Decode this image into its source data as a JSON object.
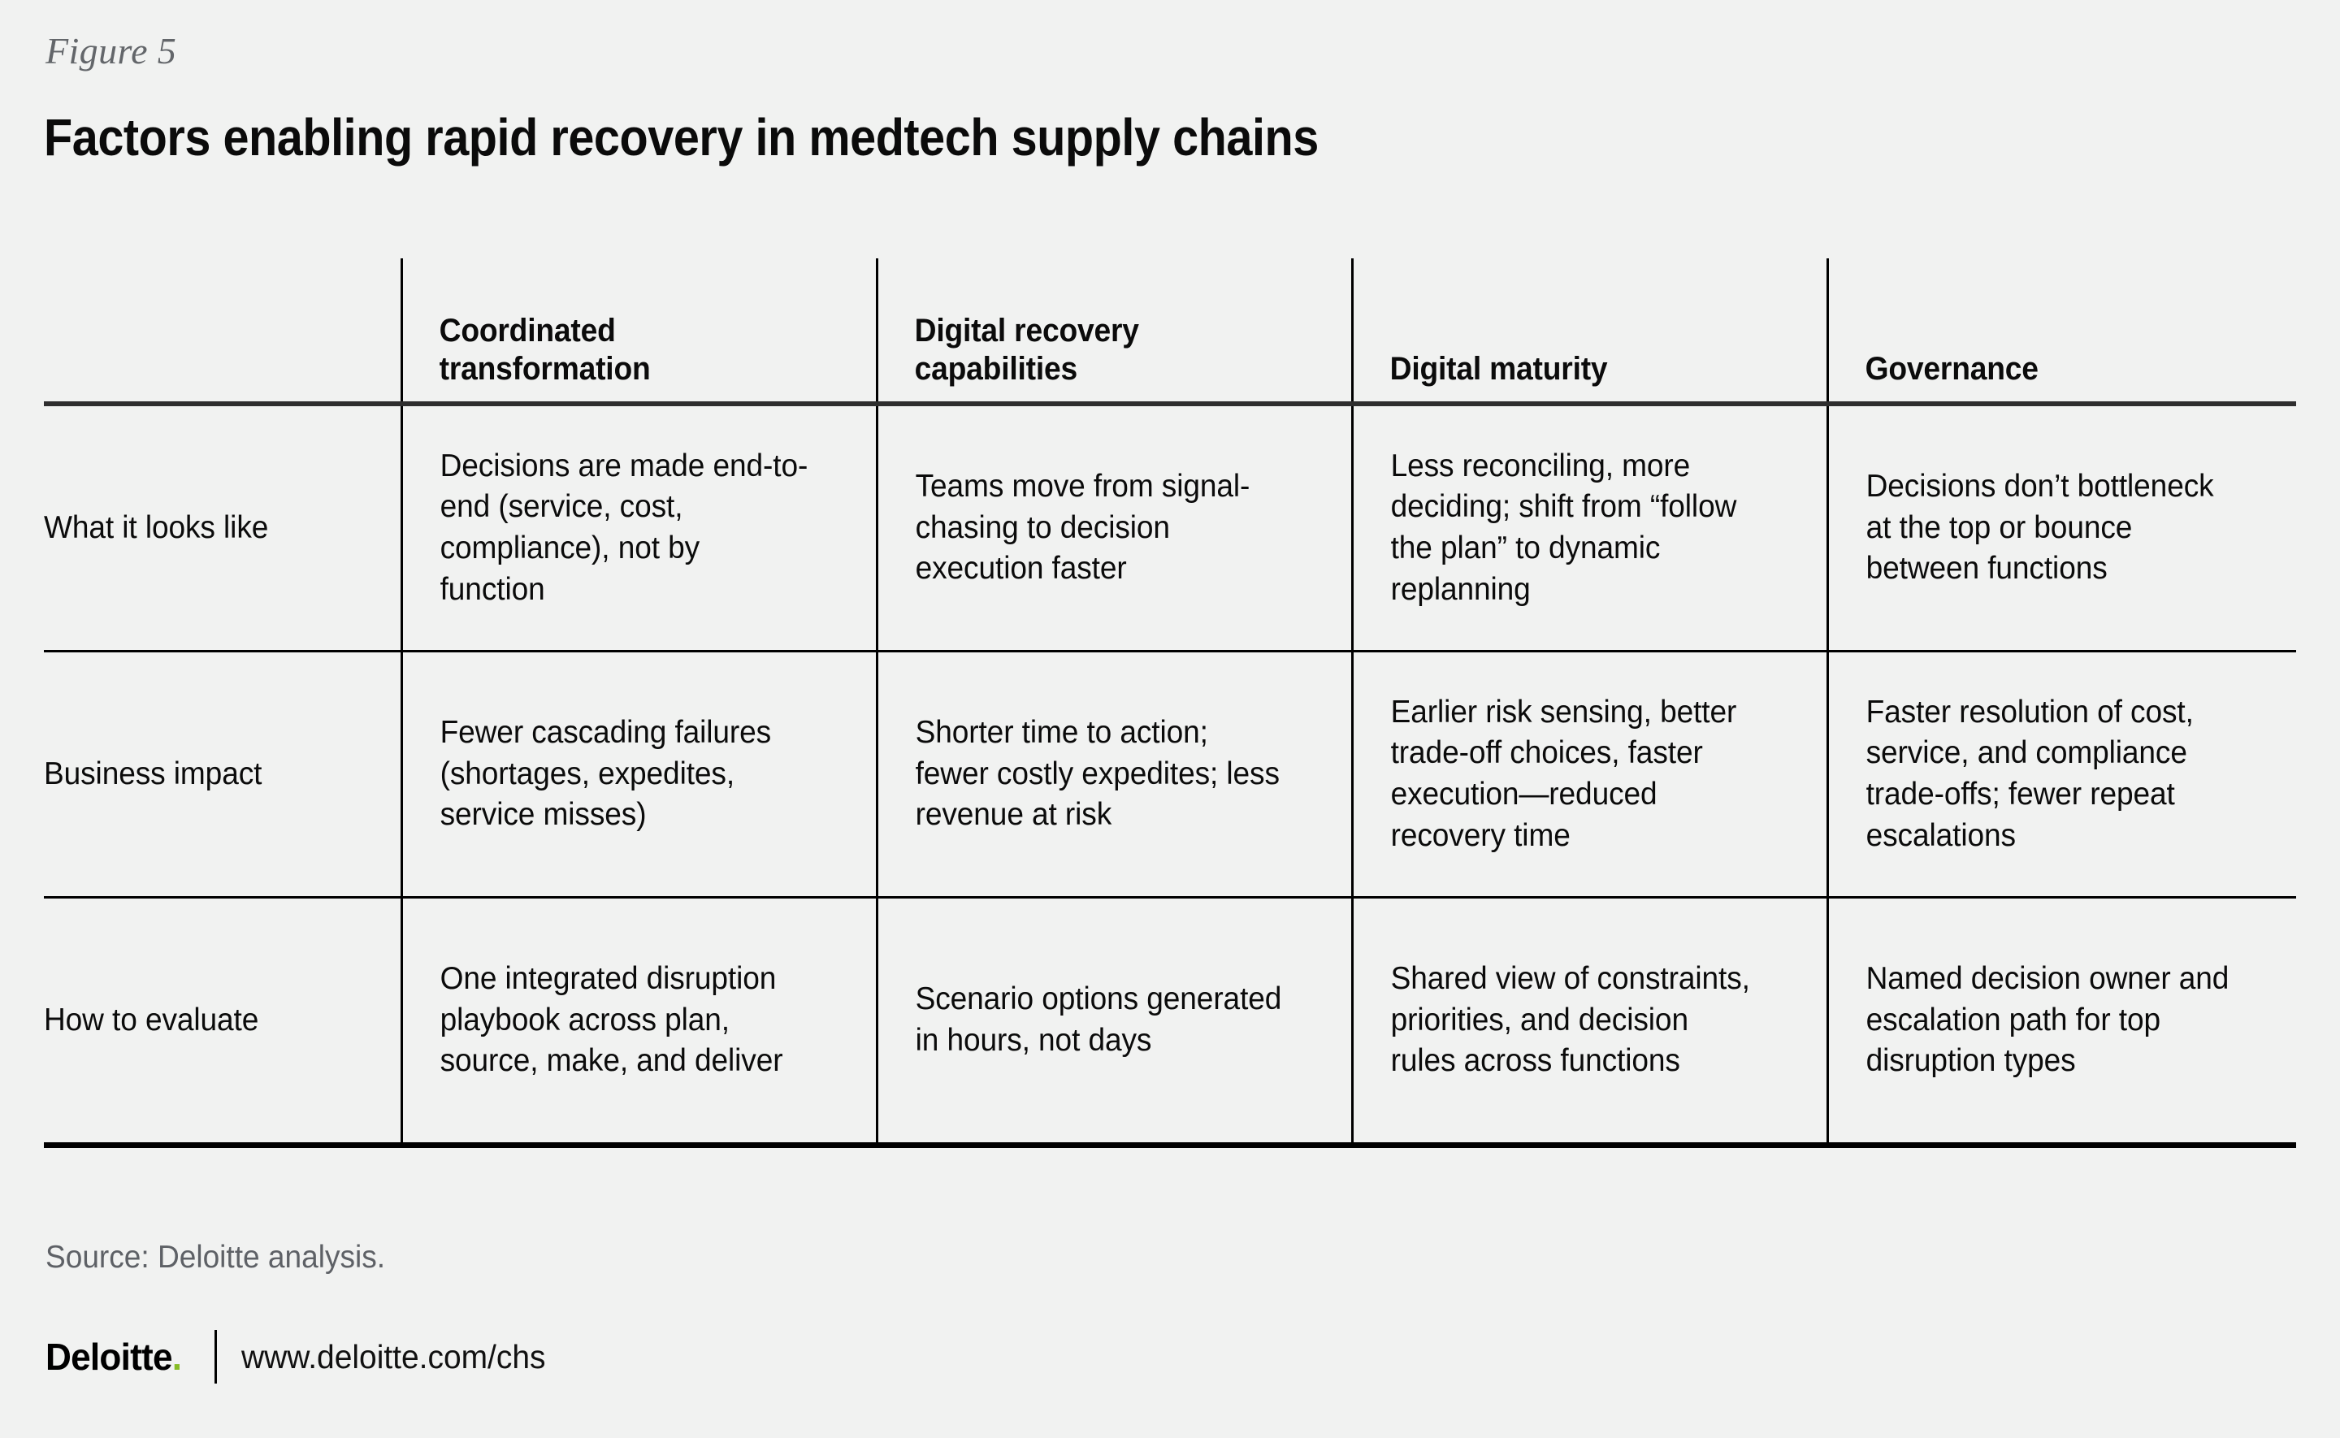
{
  "figure": {
    "label": "Figure 5",
    "title": "Factors enabling rapid recovery in medtech supply chains"
  },
  "table": {
    "corner_header": "",
    "columns": [
      "Coordinated transformation",
      "Digital recovery capabilities",
      "Digital maturity",
      "Governance"
    ],
    "rows": [
      {
        "label": "What it looks like",
        "cells": [
          "Decisions are made end-to-end (service, cost, compliance), not by function",
          "Teams move from signal-chasing to decision execution faster",
          "Less reconciling, more deciding; shift from “follow the plan” to dynamic replanning",
          "Decisions don’t bottleneck at the top or bounce between functions"
        ]
      },
      {
        "label": "Business impact",
        "cells": [
          "Fewer cascading failures (shortages, expedites, service misses)",
          "Shorter time to action; fewer costly expedites; less revenue at risk",
          "Earlier risk sensing, better trade-off choices, faster execution—reduced recovery time",
          "Faster resolution of cost, service, and compliance trade-offs; fewer repeat escalations"
        ]
      },
      {
        "label": "How to evaluate",
        "cells": [
          "One integrated disruption playbook across plan, source, make, and deliver",
          "Scenario options generated in hours, not days",
          "Shared view of constraints, priorities, and decision rules across functions",
          "Named decision owner and escalation path for top disruption types"
        ]
      }
    ]
  },
  "footer": {
    "source": "Source: Deloitte analysis.",
    "logo_text": "Deloitte",
    "logo_dot": ".",
    "site": "www.deloitte.com/chs"
  },
  "colors": {
    "background": "#f1f2f1",
    "text": "#0b0b0b",
    "muted": "#63666a",
    "rule_heavy": "#2e2e2e",
    "rule": "#000000",
    "brand_green": "#86bc25"
  }
}
